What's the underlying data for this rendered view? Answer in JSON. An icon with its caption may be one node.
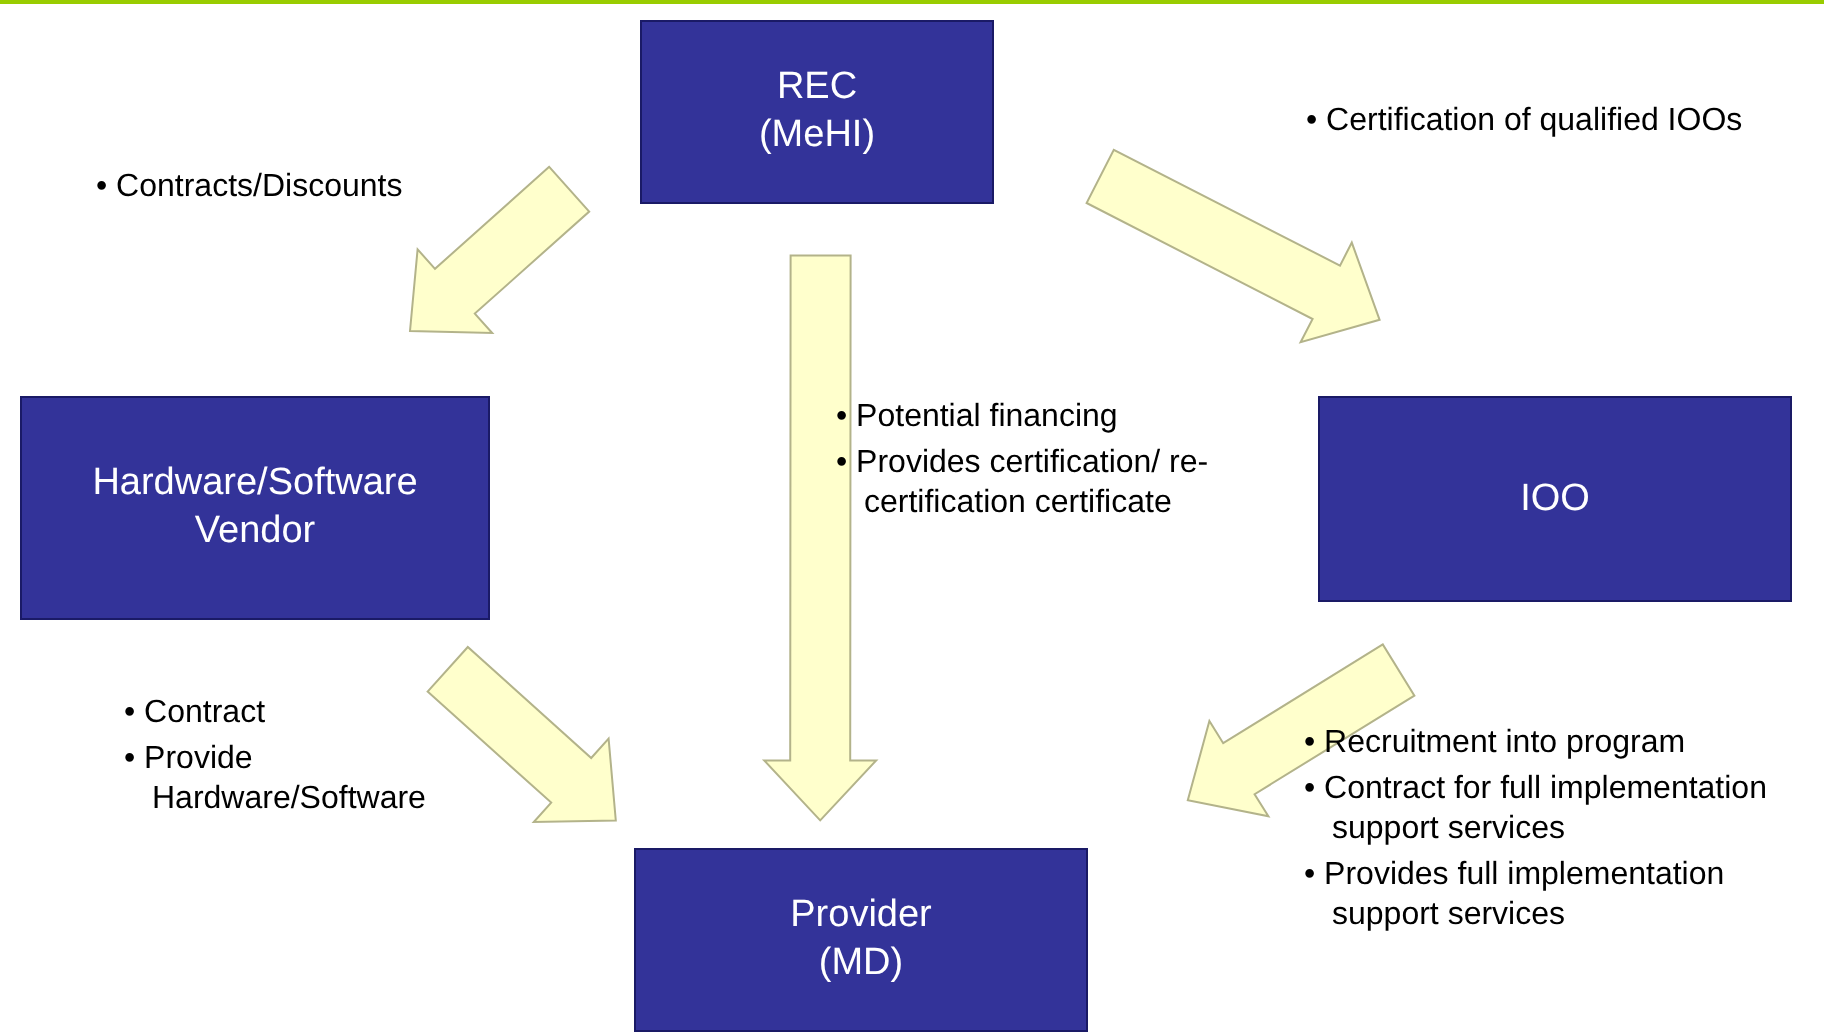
{
  "diagram": {
    "nodes": [
      {
        "text": [
          "REC (MeHI)"
        ]
      },
      {
        "text": [
          "Hardware/Software Vendor"
        ]
      },
      {
        "text": [
          "IOO"
        ]
      },
      {
        "text": [
          "Provider (MD)"
        ]
      }
    ],
    "edges": [
      {
        "from": 0,
        "to": 1,
        "arrow": "to",
        "style": "thick"
      },
      {
        "from": 0,
        "to": 3,
        "arrow": "to",
        "style": "thick"
      },
      {
        "from": 0,
        "to": 2,
        "arrow": "to",
        "style": "thick"
      },
      {
        "from": 1,
        "to": 3,
        "arrow": "to",
        "style": "thick"
      },
      {
        "from": 2,
        "to": 3,
        "arrow": "to",
        "style": "thick"
      }
    ],
    "labels": [
      "• Contracts/Discounts",
      "• Certification of qualified IOOs",
      "• Potential financing",
      "• Provides certification/ re-certification certificate",
      "• Contract",
      "• Provide Hardware/Software",
      "• Recruitment into program",
      "• Contract for full implementation support services",
      "• Provides full implementation support services"
    ]
  }
}
